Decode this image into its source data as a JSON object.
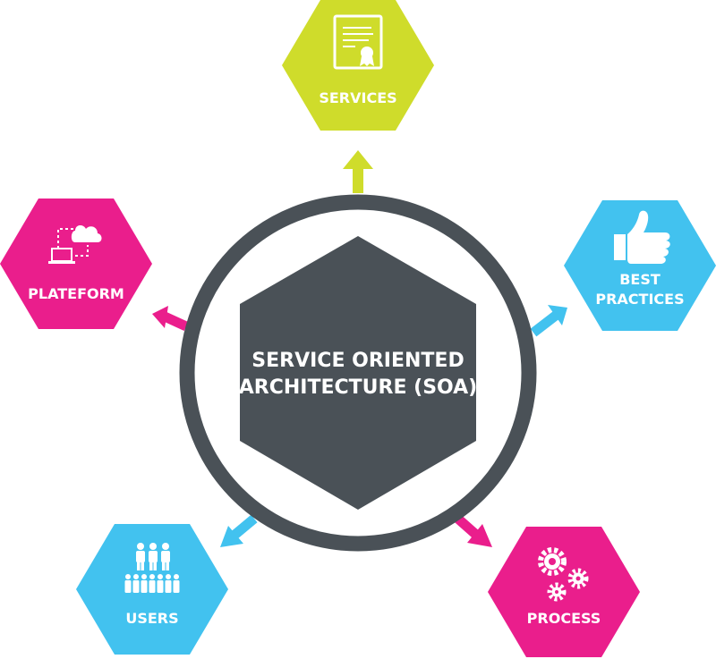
{
  "center": {
    "title_line1": "SERVICE ORIENTED",
    "title_line2": "ARCHITECTURE (SOA)",
    "color": "#4a5157"
  },
  "nodes": {
    "services": {
      "label": "SERVICES",
      "color": "#cfdc2b",
      "icon": "certificate-icon"
    },
    "best_practices": {
      "label_line1": "BEST",
      "label_line2": "PRACTICES",
      "color": "#42c2ef",
      "icon": "thumbs-up-icon"
    },
    "process": {
      "label": "PROCESS",
      "color": "#ea1e8c",
      "icon": "gears-icon"
    },
    "users": {
      "label": "USERS",
      "color": "#42c2ef",
      "icon": "people-group-icon"
    },
    "plateform": {
      "label": "PLATEFORM",
      "color": "#ea1e8c",
      "icon": "cloud-laptop-icon"
    }
  }
}
